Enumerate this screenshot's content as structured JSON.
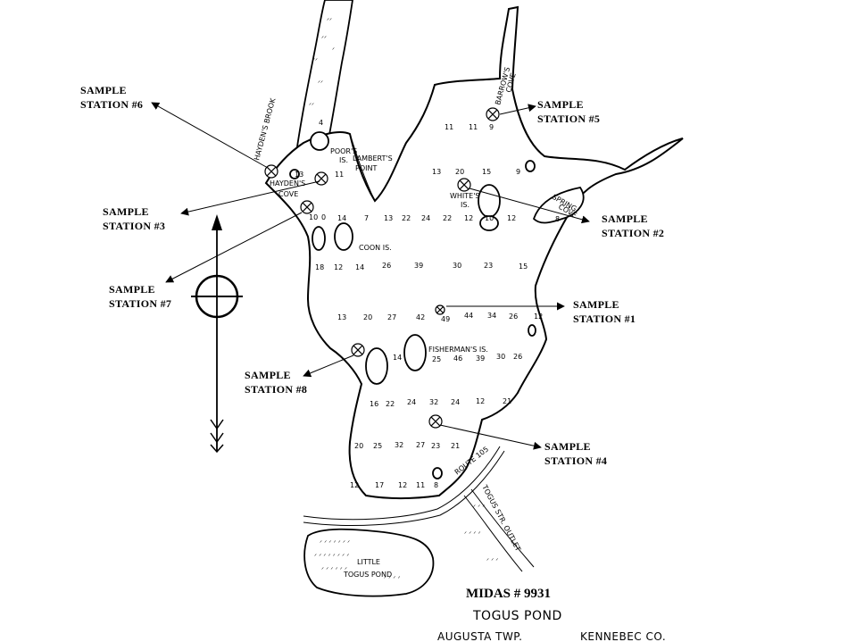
{
  "map": {
    "title_code": "MIDAS # 9931",
    "title_name": "TOGUS POND",
    "township": "AUGUSTA TWP.",
    "county": "KENNEBEC CO."
  },
  "stations": [
    {
      "id": 1,
      "line1": "SAMPLE",
      "line2": "STATION #1"
    },
    {
      "id": 2,
      "line1": "SAMPLE",
      "line2": "STATION #2"
    },
    {
      "id": 3,
      "line1": "SAMPLE",
      "line2": "STATION #3"
    },
    {
      "id": 4,
      "line1": "SAMPLE",
      "line2": "STATION #4"
    },
    {
      "id": 5,
      "line1": "SAMPLE",
      "line2": "STATION #5"
    },
    {
      "id": 6,
      "line1": "SAMPLE",
      "line2": "STATION #6"
    },
    {
      "id": 7,
      "line1": "SAMPLE",
      "line2": "STATION #7"
    },
    {
      "id": 8,
      "line1": "SAMPLE",
      "line2": "STATION #8"
    }
  ],
  "places": {
    "haydens_brook": "HAYDEN'S BROOK",
    "poors_is_1": "POOR'S",
    "poors_is_2": "IS.",
    "lamberts_1": "LAMBERT'S",
    "lamberts_2": "POINT",
    "haydens_cove_1": "HAYDEN'S",
    "haydens_cove_2": "COVE",
    "barrows_cove_1": "BARROW'S",
    "barrows_cove_2": "COVE",
    "whites_1": "WHITE'S",
    "whites_2": "IS.",
    "spring_cove_1": "SPRING",
    "spring_cove_2": "COVE",
    "coon_is": "COON IS.",
    "fishermans_is": "FISHERMAN'S IS.",
    "route": "ROUTE 105",
    "togus_outlet": "TOGUS STR. OUTLET",
    "little_togus_1": "LITTLE",
    "little_togus_2": "TOGUS POND"
  },
  "depths": [
    "4",
    "11",
    "11",
    "9",
    "13",
    "11",
    "13",
    "20",
    "15",
    "9",
    "10",
    "0",
    "14",
    "7",
    "13",
    "22",
    "24",
    "22",
    "12",
    "10",
    "12",
    "8",
    "18",
    "12",
    "14",
    "26",
    "39",
    "30",
    "23",
    "15",
    "13",
    "20",
    "27",
    "42",
    "49",
    "44",
    "34",
    "26",
    "12",
    "14",
    "25",
    "46",
    "39",
    "30",
    "26",
    "16",
    "22",
    "24",
    "32",
    "24",
    "12",
    "21",
    "20",
    "25",
    "32",
    "27",
    "23",
    "21",
    "12",
    "17",
    "12",
    "11",
    "8"
  ]
}
